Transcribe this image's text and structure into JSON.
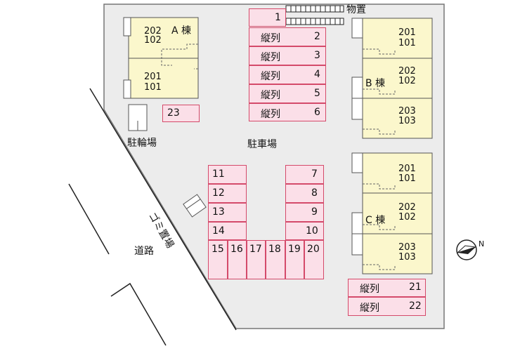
{
  "labels": {
    "storage": "物置",
    "bike_parking": "駐輪場",
    "car_parking": "駐車場",
    "garbage": "ゴミ置場",
    "road": "道路",
    "building_a": "A 棟",
    "building_b": "B 棟",
    "building_c": "C 棟"
  },
  "building_a": {
    "units_top": [
      "202",
      "102"
    ],
    "units_bottom": [
      "201",
      "101"
    ]
  },
  "building_b": {
    "units": [
      [
        "201",
        "101"
      ],
      [
        "202",
        "102"
      ],
      [
        "203",
        "103"
      ]
    ]
  },
  "building_c": {
    "units": [
      [
        "201",
        "101"
      ],
      [
        "202",
        "102"
      ],
      [
        "203",
        "103"
      ]
    ]
  },
  "parking": {
    "slot_1": "1",
    "vertical_prefix": "縦列",
    "vertical_slots": [
      "2",
      "3",
      "4",
      "5",
      "6"
    ],
    "left_column": [
      "11",
      "12",
      "13",
      "14"
    ],
    "right_column": [
      "7",
      "8",
      "9",
      "10"
    ],
    "bottom_row": [
      "15",
      "16",
      "17",
      "18",
      "19",
      "20"
    ],
    "slot_23": "23",
    "bottom_right": [
      "21",
      "22"
    ]
  },
  "compass": {
    "north": "N"
  }
}
